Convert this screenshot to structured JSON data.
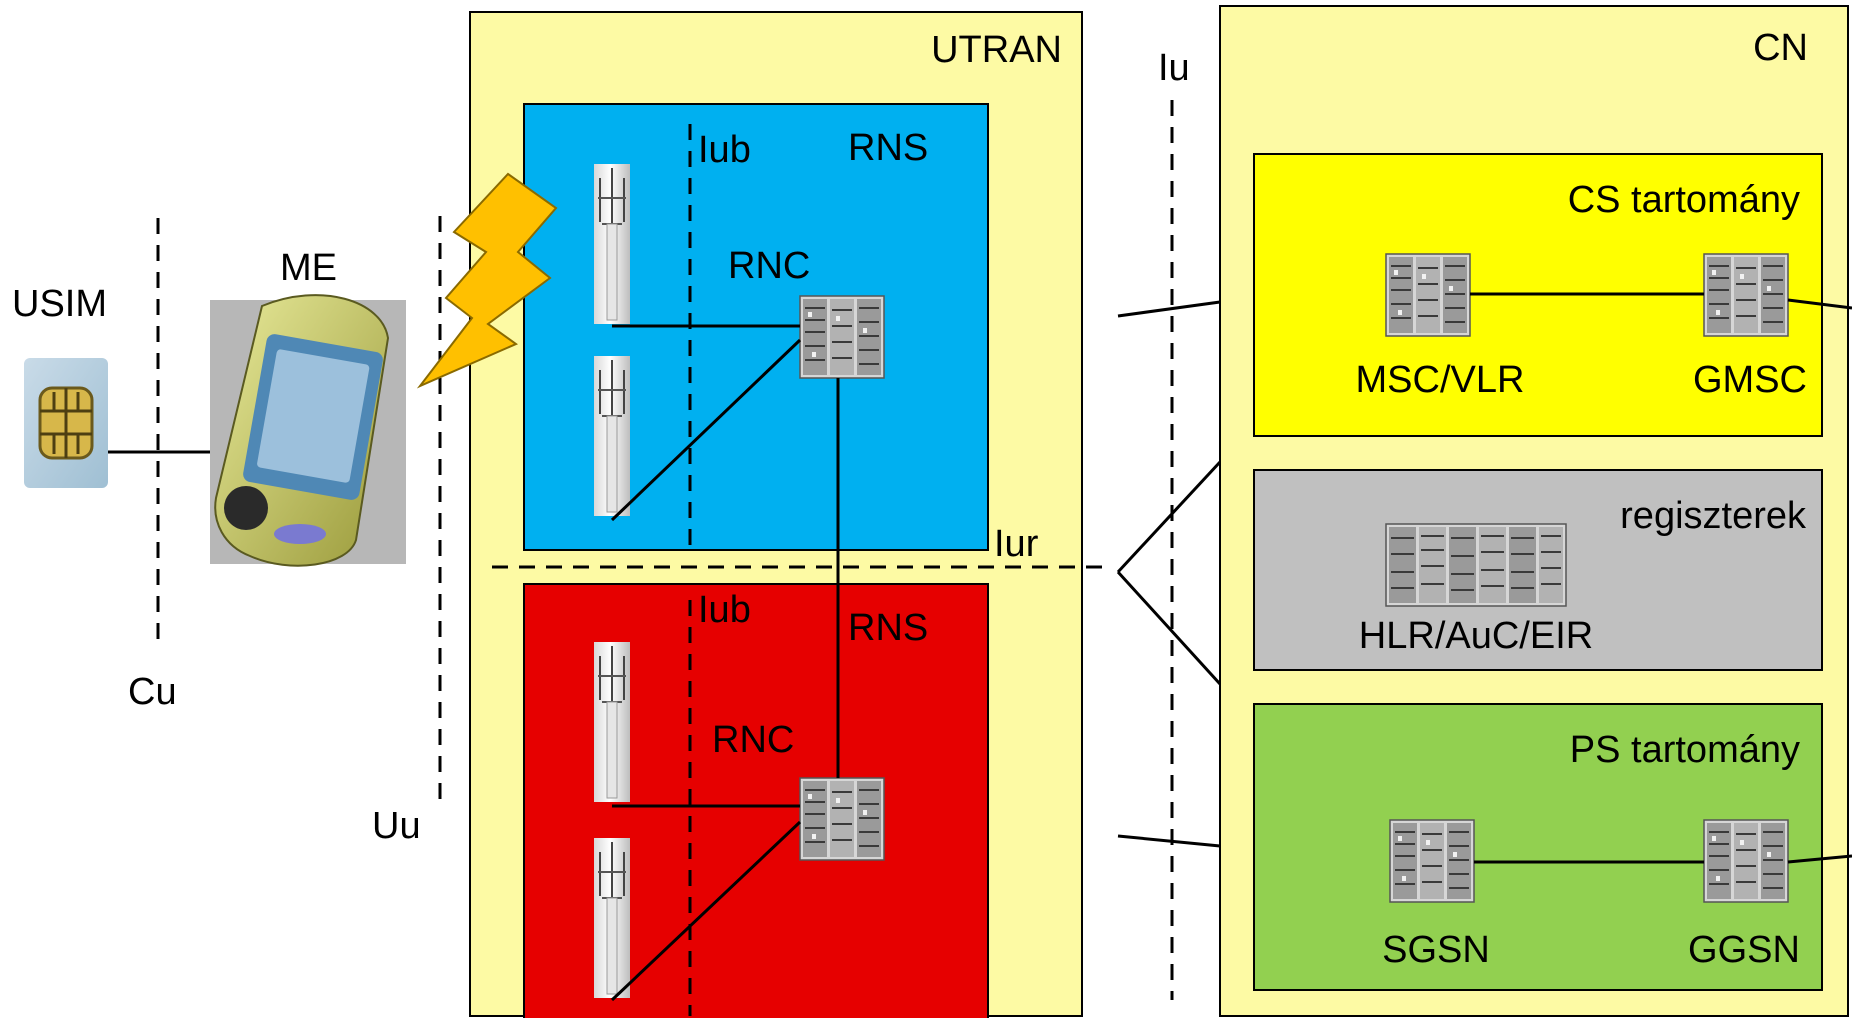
{
  "colors": {
    "utran_fill": "#fdfaa4",
    "cn_fill": "#fdfaa4",
    "rns_top_fill": "#00b0f0",
    "rns_bottom_fill": "#e60000",
    "cs_fill": "#ffff00",
    "registers_fill": "#c0c0c0",
    "ps_fill": "#92d050",
    "lightning": "#ffc000"
  },
  "left": {
    "usim_label": "USIM",
    "me_label": "ME",
    "cu_label": "Cu",
    "uu_label": "Uu"
  },
  "utran": {
    "title": "UTRAN",
    "rns_top": {
      "iub_label": "Iub",
      "rns_label": "RNS",
      "rnc_label": "RNC"
    },
    "rns_bottom": {
      "iub_label": "Iub",
      "rns_label": "RNS",
      "rnc_label": "RNC"
    },
    "iur_label": "Iur"
  },
  "iu_label": "Iu",
  "cn": {
    "title": "CN",
    "cs_domain": {
      "title": "CS tartomány",
      "node_left": "MSC/VLR",
      "node_right": "GMSC"
    },
    "registers": {
      "title": "regiszterek",
      "node": "HLR/AuC/EIR"
    },
    "ps_domain": {
      "title": "PS tartomány",
      "node_left": "SGSN",
      "node_right": "GGSN"
    }
  },
  "icons": {
    "sim": "sim-card-icon",
    "phone": "mobile-phone-icon",
    "radio": "lightning-radio-icon",
    "tower": "antenna-tower-icon",
    "server": "server-rack-icon"
  }
}
